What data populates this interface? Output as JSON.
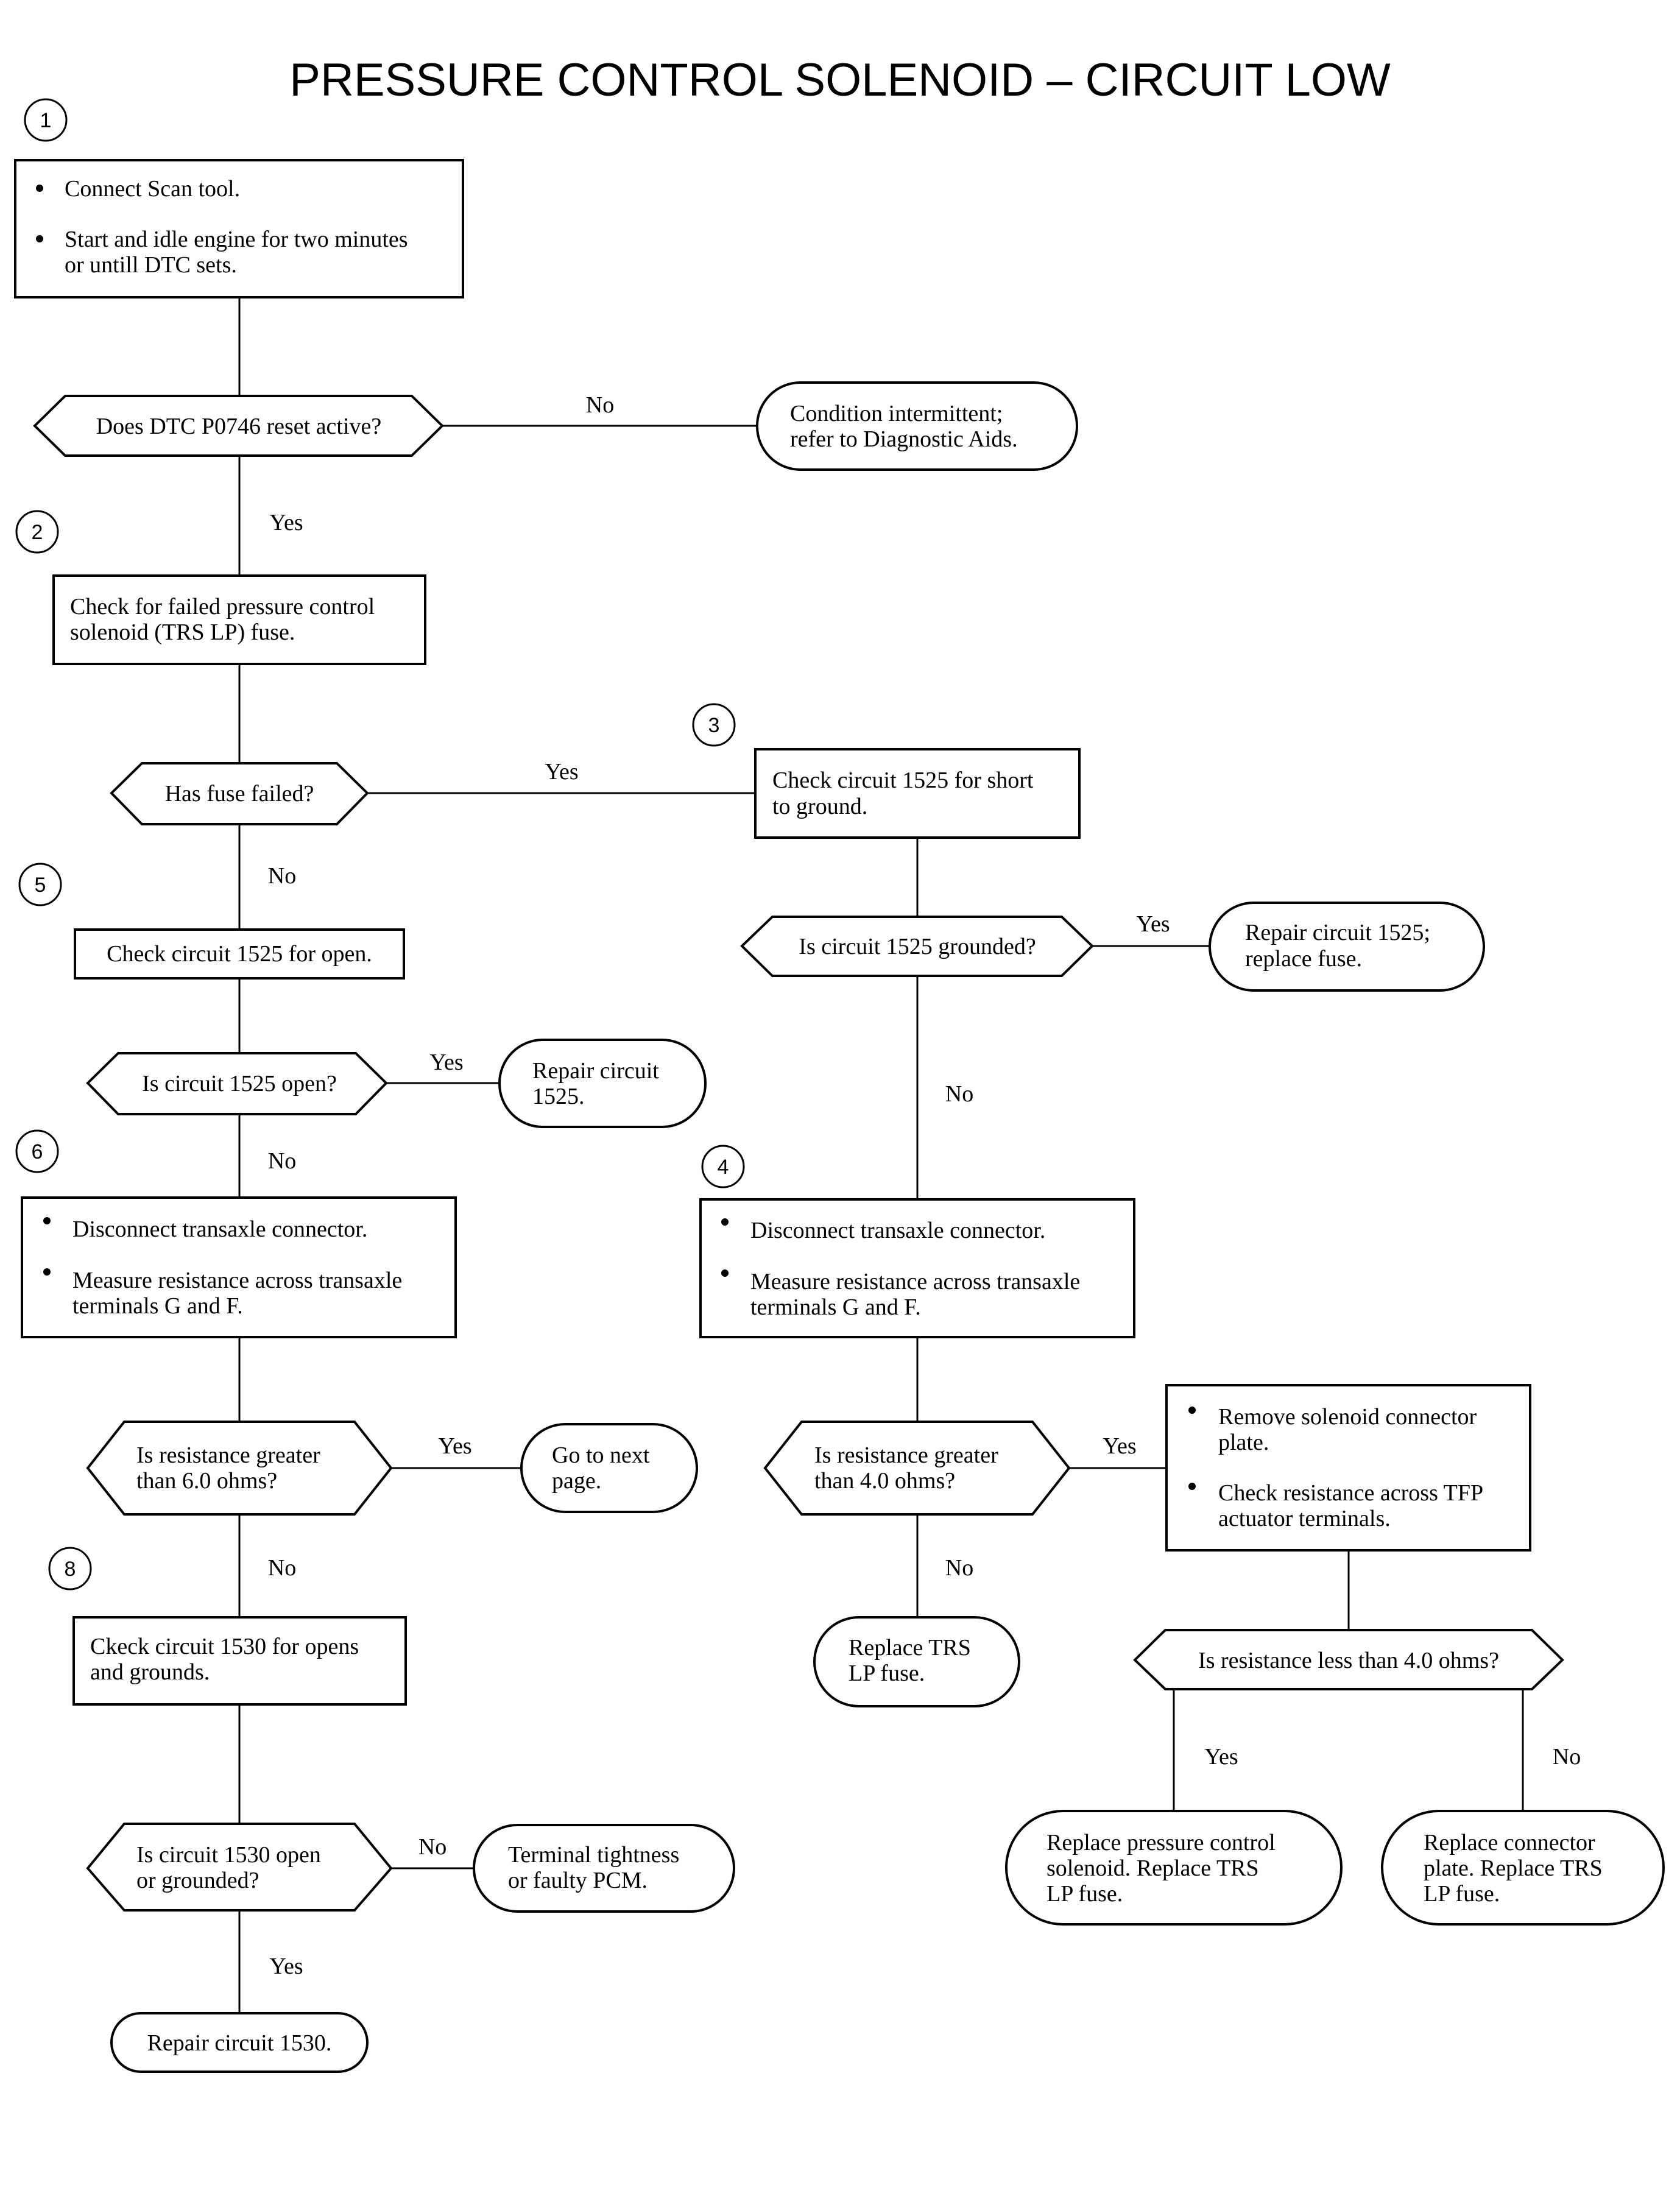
{
  "title": "PRESSURE CONTROL SOLENOID – CIRCUIT LOW",
  "step_numbers": {
    "s1": "1",
    "s2": "2",
    "s3": "3",
    "s4": "4",
    "s5": "5",
    "s6": "6",
    "s8": "8"
  },
  "labels": {
    "yes": "Yes",
    "no": "No"
  },
  "step1": {
    "bullet1": "Connect Scan tool.",
    "bullet2_line1": "Start and idle engine for two minutes",
    "bullet2_line2": "or untill DTC sets."
  },
  "q_dtc_reset": "Does DTC P0746 reset active?",
  "end_intermittent": {
    "line1": "Condition intermittent;",
    "line2": "refer to Diagnostic Aids."
  },
  "step2": {
    "line1": "Check for failed pressure control",
    "line2": "solenoid (TRS LP) fuse."
  },
  "q_fuse_failed": "Has fuse failed?",
  "step3": {
    "line1": "Check circuit 1525 for short",
    "line2": "to ground."
  },
  "q_grounded": "Is circuit 1525 grounded?",
  "end_repair_replace_fuse": {
    "line1": "Repair circuit 1525;",
    "line2": "replace fuse."
  },
  "step5": "Check circuit 1525 for open.",
  "q_open": "Is circuit 1525 open?",
  "end_repair_1525": {
    "line1": "Repair circuit",
    "line2": "1525."
  },
  "step6": {
    "bullet1": "Disconnect transaxle connector.",
    "bullet2_line1": "Measure resistance across transaxle",
    "bullet2_line2": "terminals G and F."
  },
  "step4": {
    "bullet1": "Disconnect transaxle connector.",
    "bullet2_line1": "Measure resistance across transaxle",
    "bullet2_line2": "terminals G and F."
  },
  "q_res_6": {
    "line1": "Is resistance greater",
    "line2": "than 6.0 ohms?"
  },
  "end_next_page": {
    "line1": "Go to next",
    "line2": "page."
  },
  "q_res_4": {
    "line1": "Is resistance greater",
    "line2": "than 4.0 ohms?"
  },
  "step_solenoid_plate": {
    "bullet1_line1": "Remove solenoid connector",
    "bullet1_line2": "plate.",
    "bullet2_line1": "Check resistance across TFP",
    "bullet2_line2": "actuator terminals."
  },
  "end_replace_trs": {
    "line1": "Replace TRS",
    "line2": "LP fuse."
  },
  "q_res_less_4": "Is resistance less than 4.0 ohms?",
  "end_replace_solenoid": {
    "line1": "Replace pressure control",
    "line2": "solenoid. Replace TRS",
    "line3": "LP fuse."
  },
  "end_replace_plate": {
    "line1": "Replace connector",
    "line2": "plate. Replace TRS",
    "line3": "LP fuse."
  },
  "step8": {
    "line1": "Ckeck circuit 1530 for opens",
    "line2": "and grounds."
  },
  "q_1530": {
    "line1": "Is circuit 1530 open",
    "line2": "or grounded?"
  },
  "end_terminal": {
    "line1": "Terminal tightness",
    "line2": "or faulty PCM."
  },
  "end_repair_1530": "Repair circuit 1530."
}
